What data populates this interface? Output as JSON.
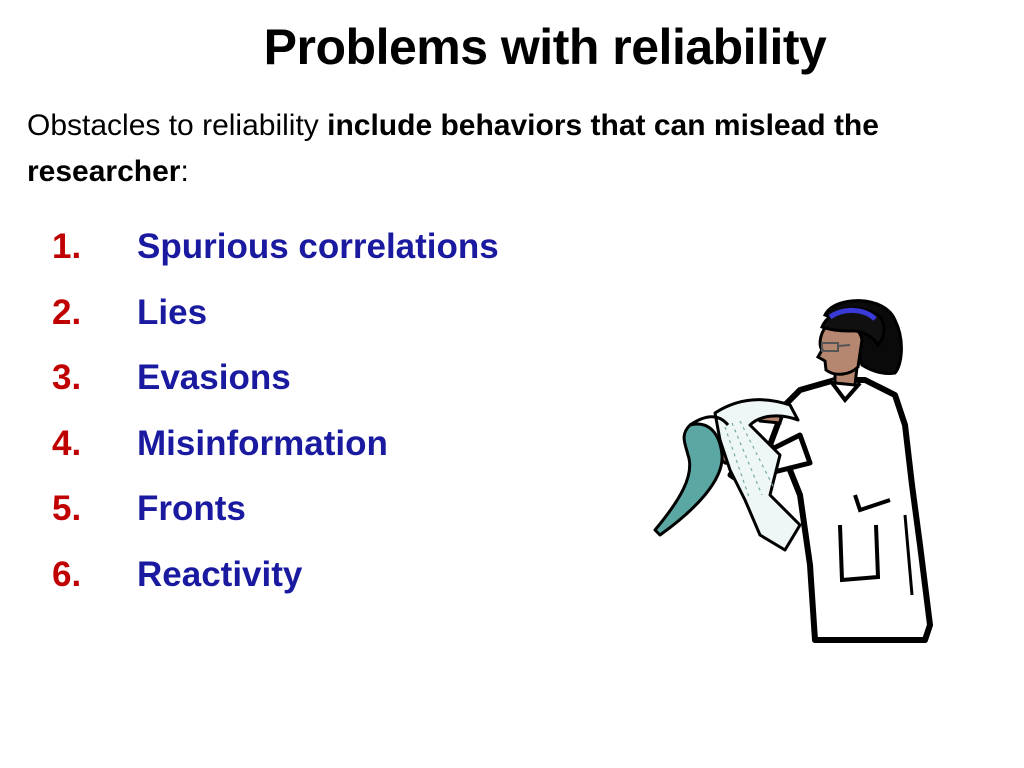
{
  "slide": {
    "title": "Problems with reliability",
    "intro": {
      "plain": "Obstacles to reliability ",
      "bold1": "include behaviors that can mislead the researcher",
      "end": ":"
    },
    "items": [
      {
        "number": "1.",
        "text": "Spurious correlations"
      },
      {
        "number": "2.",
        "text": "Lies"
      },
      {
        "number": "3.",
        "text": "Evasions"
      },
      {
        "number": "4.",
        "text": "Misinformation"
      },
      {
        "number": "5.",
        "text": "Fronts"
      },
      {
        "number": "6.",
        "text": "Reactivity"
      }
    ]
  },
  "colors": {
    "number": "#c00000",
    "item_text": "#1a1aa0",
    "title": "#000000"
  },
  "icons": {
    "clipart": "scientist-reading-printout-illustration"
  }
}
